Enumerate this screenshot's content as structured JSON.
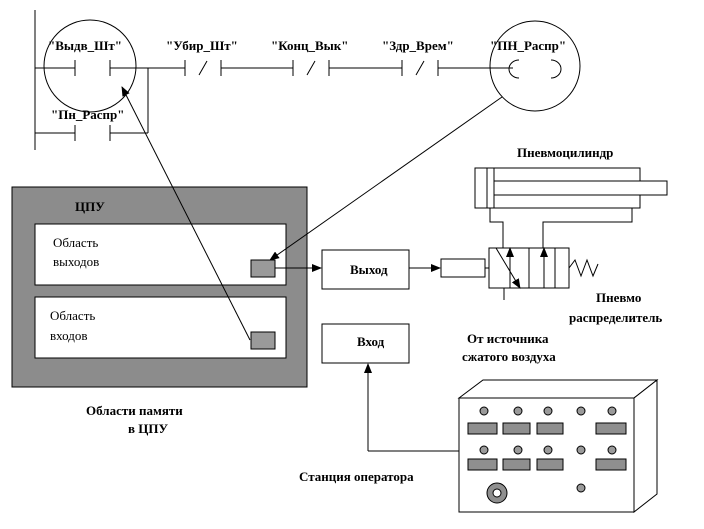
{
  "ladder": {
    "contacts": [
      {
        "label": "\"Выдв_Шт\"",
        "type": "no"
      },
      {
        "label": "\"Убир_Шт\"",
        "type": "nc"
      },
      {
        "label": "\"Конц_Вык\"",
        "type": "nc"
      },
      {
        "label": "\"Здр_Врем\"",
        "type": "nc"
      }
    ],
    "parallel_contact": {
      "label": "\"Пн_Распр\"",
      "type": "no"
    },
    "coil": {
      "label": "\"ПН_Распр\""
    }
  },
  "cpu": {
    "title": "ЦПУ",
    "outputs_line1": "Область",
    "outputs_line2": "выходов",
    "inputs_line1": "Область",
    "inputs_line2": "входов",
    "caption_line1": "Области памяти",
    "caption_line2": "в ЦПУ"
  },
  "output_box": "Выход",
  "input_box": "Вход",
  "cylinder_label": "Пневмоцилиндр",
  "distributor_line1": "Пневмо",
  "distributor_line2": "распределитель",
  "air_line1": "От источника",
  "air_line2": "сжатого воздуха",
  "station_label": "Станция оператора",
  "colors": {
    "cpu_fill": "#8c8c8c",
    "register_fill": "#9a9a9a",
    "key_fill": "#8f8f8f"
  }
}
